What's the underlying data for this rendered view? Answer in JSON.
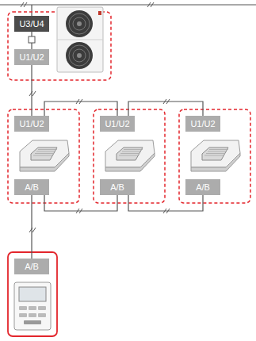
{
  "diagram": {
    "nodes": [
      {
        "text": [
          "U3/U4"
        ]
      },
      {
        "text": [
          "U1/U2"
        ]
      },
      {
        "text": [
          "U1/U2"
        ]
      },
      {
        "text": [
          "U1/U2"
        ]
      },
      {
        "text": [
          "U1/U2"
        ]
      },
      {
        "text": [
          "A/B"
        ]
      },
      {
        "text": [
          "A/B"
        ]
      },
      {
        "text": [
          "A/B"
        ]
      },
      {
        "text": [
          "A/B"
        ]
      }
    ],
    "edges": [
      {
        "from": 0,
        "to": 1,
        "arrow": "none"
      },
      {
        "from": 1,
        "to": 2,
        "arrow": "none"
      },
      {
        "from": 2,
        "to": 3,
        "arrow": "none"
      },
      {
        "from": 3,
        "to": 4,
        "arrow": "none"
      },
      {
        "from": 5,
        "to": 6,
        "arrow": "none"
      },
      {
        "from": 6,
        "to": 7,
        "arrow": "none"
      },
      {
        "from": 5,
        "to": 8,
        "arrow": "none"
      }
    ]
  }
}
